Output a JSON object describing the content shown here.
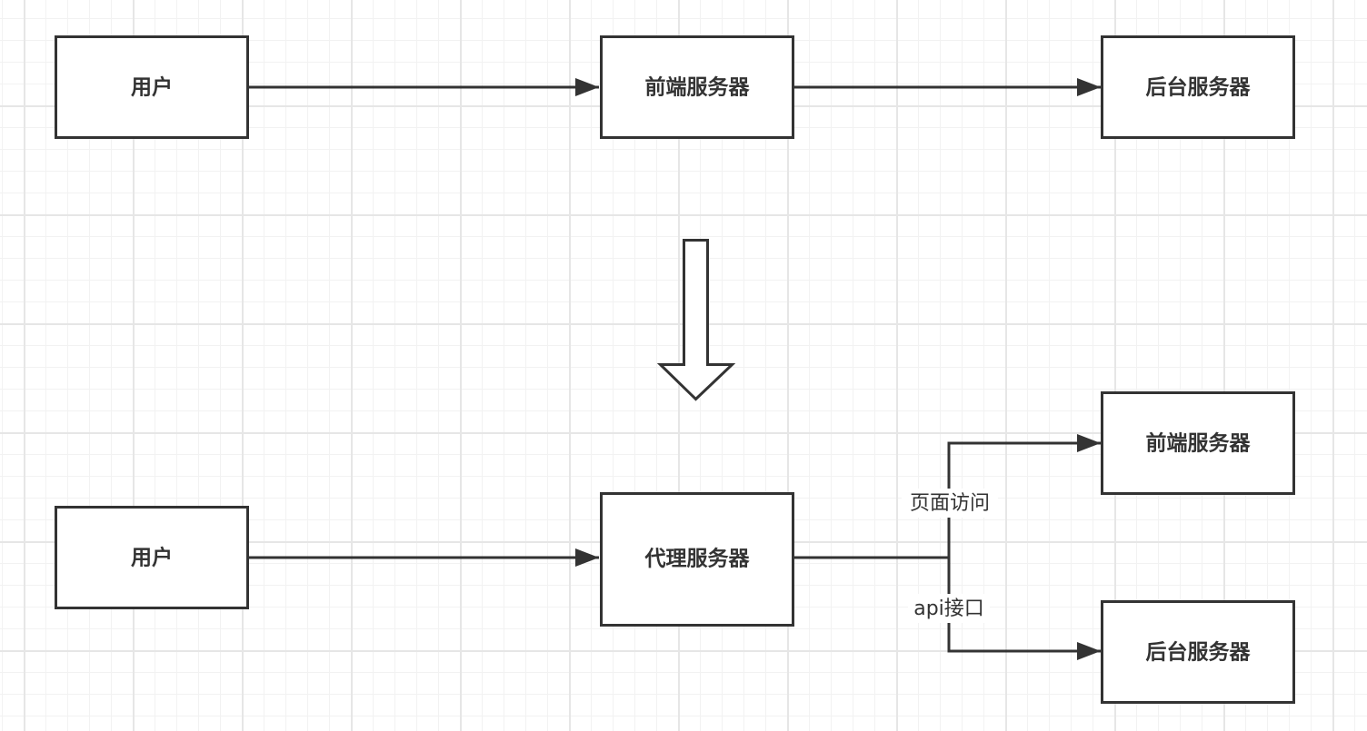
{
  "top_flow": {
    "user": "用户",
    "frontend_server": "前端服务器",
    "backend_server": "后台服务器"
  },
  "bottom_flow": {
    "user": "用户",
    "proxy_server": "代理服务器",
    "frontend_server": "前端服务器",
    "backend_server": "后台服务器",
    "page_access_label": "页面访问",
    "api_label": "api接口"
  },
  "colors": {
    "stroke": "#333333",
    "box_fill": "#ffffff",
    "grid": "#e6e6e6"
  }
}
